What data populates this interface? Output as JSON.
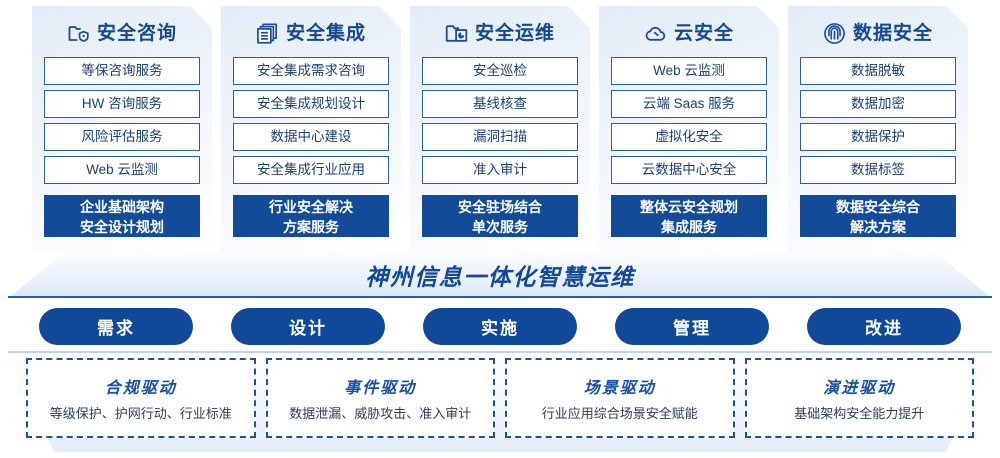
{
  "pillars": [
    {
      "icon": "folder-shield-icon",
      "title": "安全咨询",
      "items": [
        "等保咨询服务",
        "HW 咨询服务",
        "风险评估服务",
        "Web 云监测"
      ],
      "highlight": [
        "企业基础架构",
        "安全设计规划"
      ]
    },
    {
      "icon": "stacked-documents-icon",
      "title": "安全集成",
      "items": [
        "安全集成需求咨询",
        "安全集成规划设计",
        "数据中心建设",
        "安全集成行业应用"
      ],
      "highlight": [
        "行业安全解决",
        "方案服务"
      ]
    },
    {
      "icon": "folder-chart-icon",
      "title": "安全运维",
      "items": [
        "安全巡检",
        "基线核查",
        "漏洞扫描",
        "准入审计"
      ],
      "highlight": [
        "安全驻场结合",
        "单次服务"
      ]
    },
    {
      "icon": "cloud-icon",
      "title": "云安全",
      "items": [
        "Web 云监测",
        "云端 Saas 服务",
        "虚拟化安全",
        "云数据中心安全"
      ],
      "highlight": [
        "整体云安全规划",
        "集成服务"
      ]
    },
    {
      "icon": "fingerprint-icon",
      "title": "数据安全",
      "items": [
        "数据脱敏",
        "数据加密",
        "数据保护",
        "数据标签"
      ],
      "highlight": [
        "数据安全综合",
        "解决方案"
      ]
    }
  ],
  "banner": {
    "text": "神州信息一体化智慧运维"
  },
  "stages": [
    {
      "label": "需求"
    },
    {
      "label": "设计"
    },
    {
      "label": "实施"
    },
    {
      "label": "管理"
    },
    {
      "label": "改进"
    }
  ],
  "drivers": [
    {
      "title": "合规驱动",
      "desc": "等级保护、护网行动、行业标准"
    },
    {
      "title": "事件驱动",
      "desc": "数据泄漏、威胁攻击、准入审计"
    },
    {
      "title": "场景驱动",
      "desc": "行业应用综合场景安全赋能"
    },
    {
      "title": "演进驱动",
      "desc": "基础架构安全能力提升"
    }
  ],
  "colors": {
    "brand_blue": "#12499a",
    "deep_blue": "#124c98",
    "border_blue": "#2a5fa8",
    "text_blue": "#1c3f74",
    "panel_gradient_start": "#e3ecf7",
    "panel_gradient_end": "#ffffff",
    "white": "#ffffff"
  }
}
